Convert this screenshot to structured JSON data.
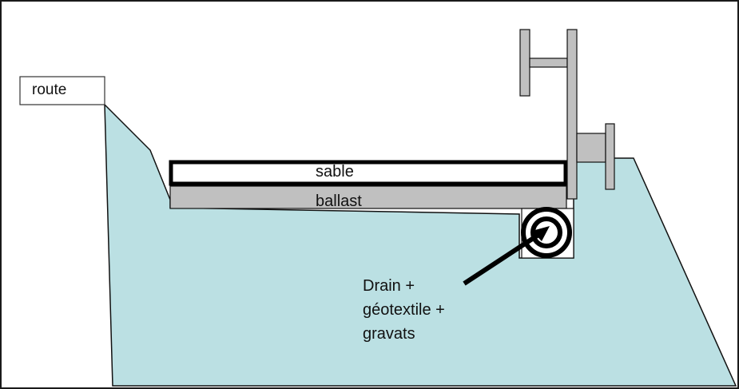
{
  "diagram": {
    "title": "Coupe de tranchée drainante",
    "labels": {
      "route": "route",
      "sable": "sable",
      "ballast": "ballast",
      "drain_line1": "Drain +",
      "drain_line2": "géotextile +",
      "drain_line3": "gravats"
    },
    "colors": {
      "soil": "#bbe0e3",
      "ballast": "#c0c0c0",
      "sable": "#ffffff",
      "structure": "#c0c0c0",
      "outline": "#111111",
      "background": "#ffffff"
    }
  }
}
